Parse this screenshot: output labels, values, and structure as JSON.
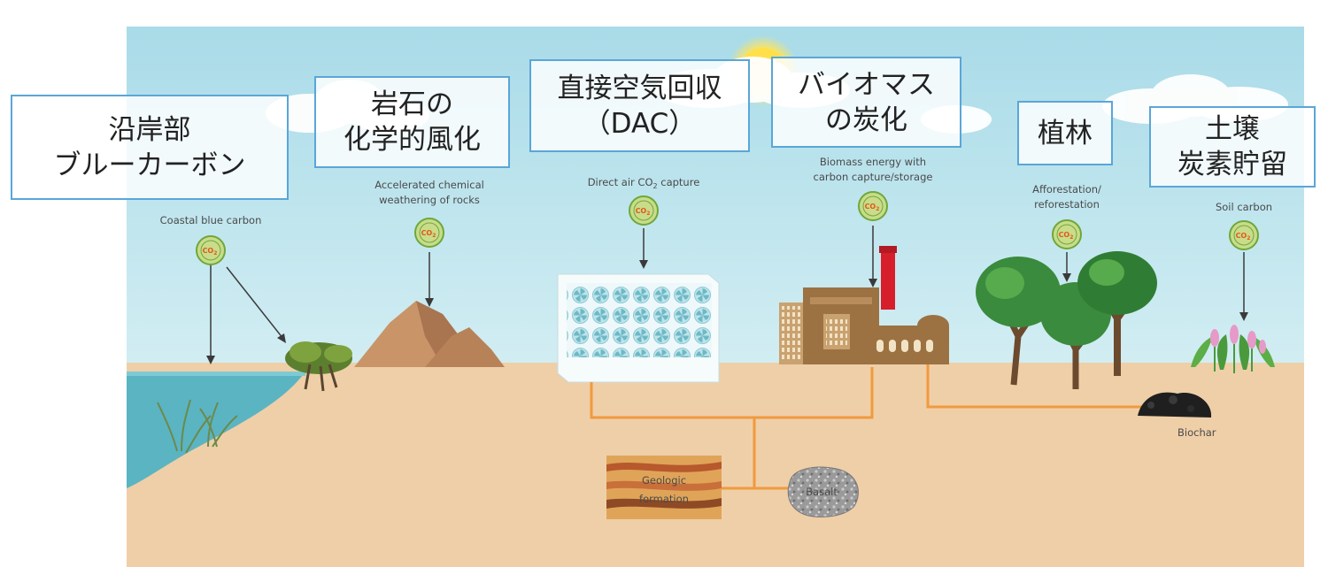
{
  "labels": {
    "coastal": {
      "jp": [
        "沿岸部",
        "ブルーカーボン"
      ],
      "en": [
        "Coastal blue carbon"
      ]
    },
    "weathering": {
      "jp": [
        "岩石の",
        "化学的風化"
      ],
      "en": [
        "Accelerated chemical",
        "weathering of rocks"
      ]
    },
    "dac": {
      "jp": [
        "直接空気回収",
        "（DAC）"
      ],
      "en": [
        "Direct air CO",
        "2",
        " capture"
      ]
    },
    "biomass": {
      "jp": [
        "バイオマス",
        "の炭化"
      ],
      "en": [
        "Biomass energy with",
        "carbon capture/storage"
      ]
    },
    "forest": {
      "jp": [
        "植林"
      ],
      "en": [
        "Afforestation/",
        "reforestation"
      ]
    },
    "soil": {
      "jp": [
        "土壌",
        "炭素貯留"
      ],
      "en": [
        "Soil carbon"
      ]
    }
  },
  "badge": {
    "text": "CO",
    "sub": "2"
  },
  "storage": {
    "geologic": [
      "Geologic",
      "formation"
    ],
    "basalt": "Basalt",
    "biochar": "Biochar"
  },
  "colors": {
    "sky": "#b9e2ee",
    "ground": "#efcfa8",
    "sea": "#5bb4c2",
    "pipe": "#f19a3e",
    "badge_fill": "#c9dc8a",
    "badge_ring": "#6ea83a",
    "badge_text": "#e05a1a",
    "box_border": "#5aa6d8"
  }
}
